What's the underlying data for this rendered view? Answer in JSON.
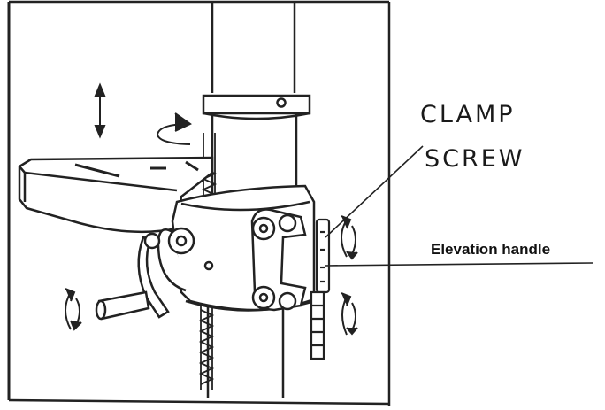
{
  "labels": {
    "clamp_line1": "CLAMP",
    "clamp_line2": "SCREW",
    "elevation_handle": "Elevation handle"
  },
  "icons": [
    "updown-arrow-icon",
    "rotate-arrow-icon",
    "rotate-arrow-icon-left",
    "rotate-arrow-icon-right"
  ],
  "colors": {
    "ink": "#1e1e1e",
    "background": "#ffffff"
  }
}
